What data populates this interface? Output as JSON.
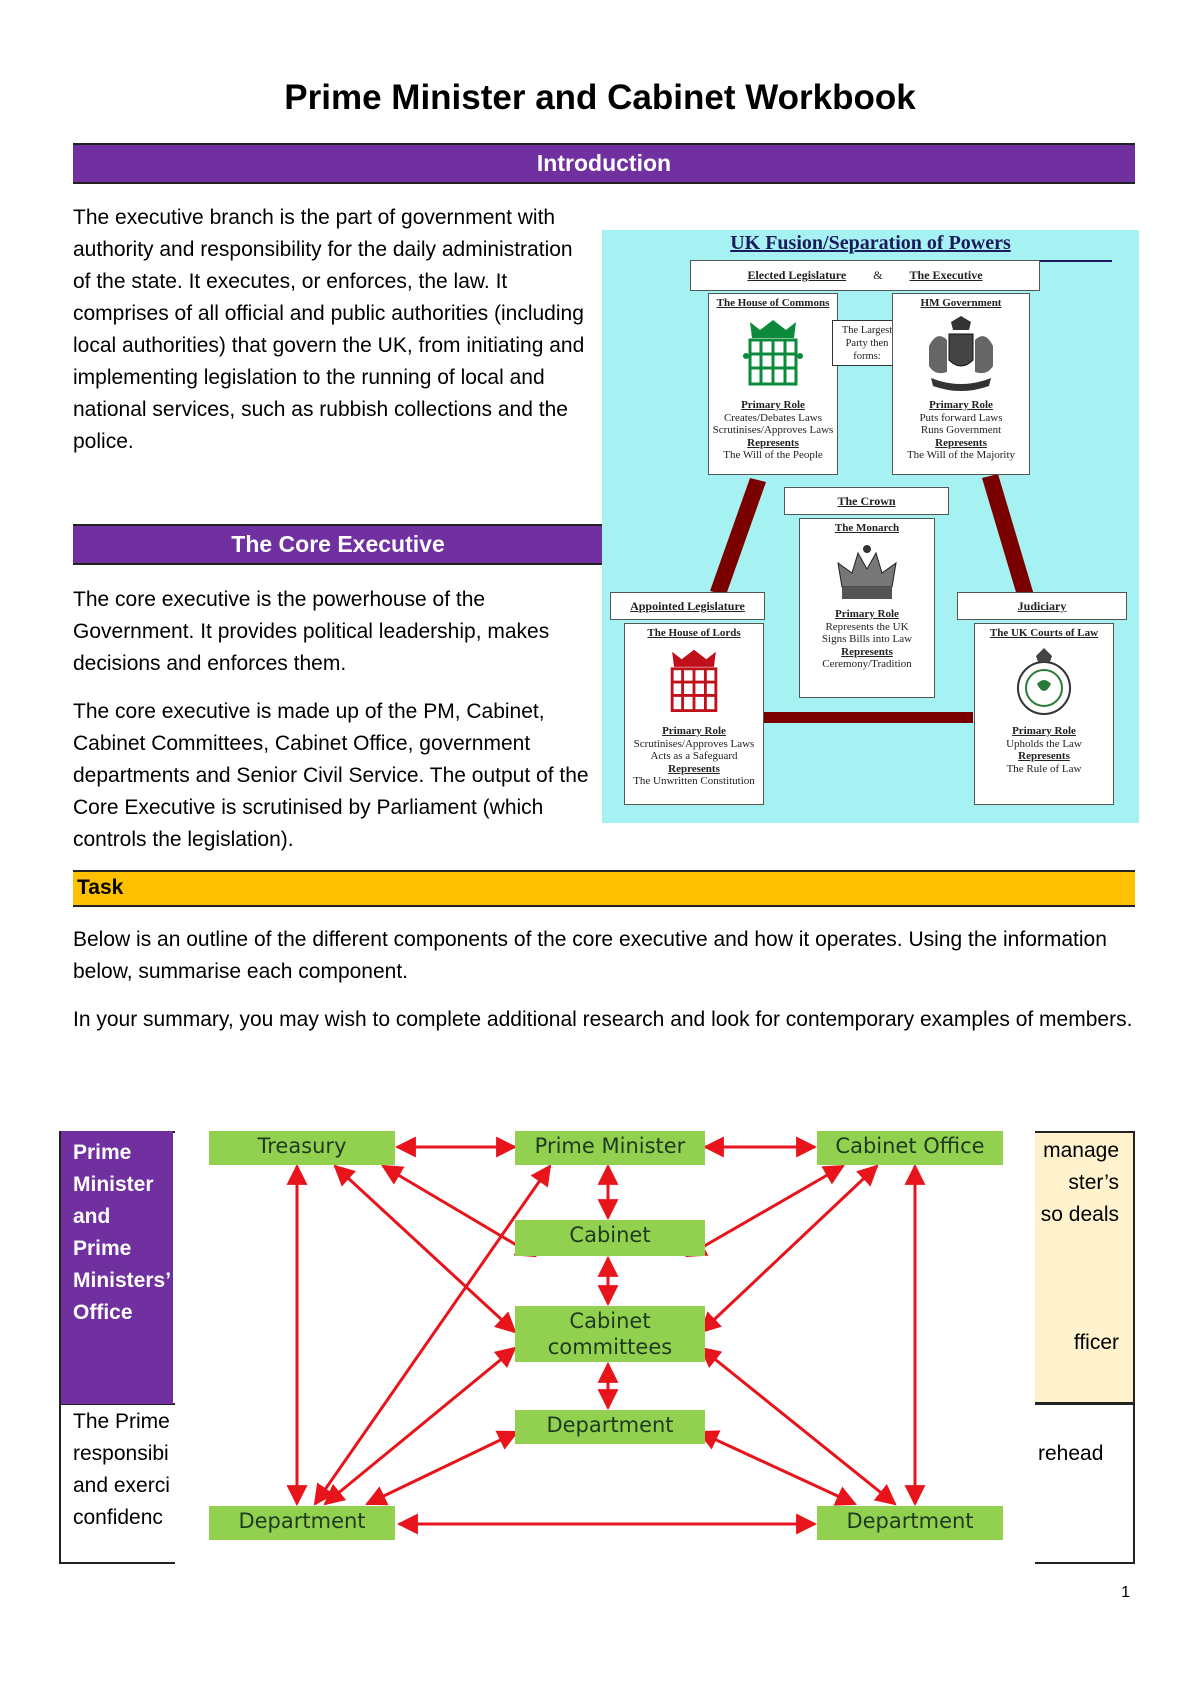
{
  "title": "Prime Minister and Cabinet Workbook",
  "intro": {
    "heading": "Introduction",
    "text": "The executive branch is the part of government with authority and responsibility for the daily administration of the state. It executes, or enforces, the law. It comprises of all official and public authorities (including local authorities) that govern the UK, from initiating and implementing legislation to the running of local and national services, such as rubbish collections and the police."
  },
  "core": {
    "heading": "The Core Executive",
    "p1": "The core executive is the powerhouse of the Government. It provides political leadership, makes decisions and enforces them.",
    "p2": "The core executive is made up of the PM, Cabinet, Cabinet Committees, Cabinet Office, government departments and Senior Civil Service. The output of the Core Executive is scrutinised by Parliament (which controls the legislation)."
  },
  "powers_diagram": {
    "title": "UK Fusion/Separation of Powers",
    "header_left": "Elected Legislature",
    "header_amp": "&",
    "header_right": "The Executive",
    "commons": {
      "title": "The House of Commons",
      "role_label": "Primary Role",
      "role1": "Creates/Debates Laws",
      "role2": "Scrutinises/Approves Laws",
      "rep_label": "Represents",
      "rep": "The Will of the People"
    },
    "largest_party": "The Largest Party then forms:",
    "government": {
      "title": "HM Government",
      "role_label": "Primary Role",
      "role1": "Puts forward Laws",
      "role2": "Runs Government",
      "rep_label": "Represents",
      "rep": "The Will of the Majority"
    },
    "crown": {
      "header": "The Crown",
      "title": "The Monarch",
      "role_label": "Primary Role",
      "role1": "Represents the UK",
      "role2": "Signs Bills into Law",
      "rep_label": "Represents",
      "rep": "Ceremony/Tradition"
    },
    "lords": {
      "header": "Appointed Legislature",
      "title": "The House of Lords",
      "role_label": "Primary Role",
      "role1": "Scrutinises/Approves Laws",
      "role2": "Acts as a Safeguard",
      "rep_label": "Represents",
      "rep": "The Unwritten Constitution"
    },
    "courts": {
      "header": "Judiciary",
      "title": "The UK Courts of Law",
      "role_label": "Primary Role",
      "role1": "Upholds the Law",
      "rep_label": "Represents",
      "rep": "The Rule of Law"
    }
  },
  "task": {
    "label": "Task",
    "p1": "Below is an outline of the different components of the core executive and how it operates. Using the information below, summarise each component.",
    "p2": "In your summary, you may wish to complete additional research and look for contemporary examples of members."
  },
  "table_fragments": {
    "purple": [
      "Prime",
      "Minister",
      "and Prime",
      "Ministers’",
      "Office"
    ],
    "yellow": [
      "manage",
      "ster’s",
      "so deals",
      "fficer"
    ],
    "lower_left": [
      "The Prime",
      "responsibi",
      "and exerci",
      "confidenc"
    ],
    "lower_right": "rehead"
  },
  "flowchart": {
    "treasury": "Treasury",
    "prime_minister": "Prime Minister",
    "cabinet_office": "Cabinet Office",
    "cabinet": "Cabinet",
    "cabinet_committees_1": "Cabinet",
    "cabinet_committees_2": "committees",
    "department_mid": "Department",
    "department_left": "Department",
    "department_right": "Department",
    "node_color": "#92d050",
    "arrow_color": "#e8141b"
  },
  "page_number": "1"
}
